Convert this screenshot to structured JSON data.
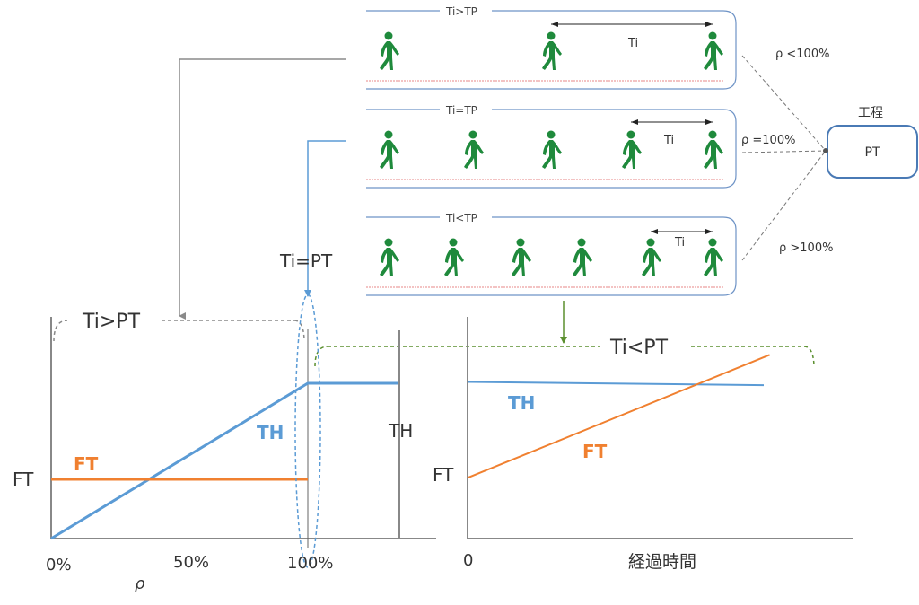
{
  "colors": {
    "walker": "#1f8a3c",
    "frame": "#6e93c6",
    "axis": "#888888",
    "th": "#5b9bd5",
    "ft": "#f08030",
    "gray_arrow": "#8a8a8a",
    "blue_arrow": "#5b9bd5",
    "green_arrow": "#5a8f2e",
    "baseline": "#e06060",
    "text": "#333333"
  },
  "process": {
    "caption": "工程",
    "box_label": "PT",
    "conditions": [
      {
        "label": "ρ <100%"
      },
      {
        "label": "ρ =100%"
      },
      {
        "label": "ρ >100%"
      }
    ]
  },
  "rows": [
    {
      "title": "Ti>TP",
      "walkers": 3,
      "interval_label": "Ti"
    },
    {
      "title": "Ti=TP",
      "walkers": 5,
      "interval_label": "Ti"
    },
    {
      "title": "Ti<TP",
      "walkers": 6,
      "interval_label": "Ti"
    }
  ],
  "annotations": {
    "ti_gt_pt": "Ti>PT",
    "ti_eq_pt": "Ti=PT",
    "ti_lt_pt": "Ti<PT"
  },
  "chart_data": [
    {
      "type": "line",
      "title": "",
      "xlabel": "ρ",
      "ylabel": "",
      "x_ticks": [
        "0%",
        "50%",
        "100%"
      ],
      "y_tick_labels": [
        "FT"
      ],
      "extra_labels": [
        "TH"
      ],
      "series": [
        {
          "name": "TH",
          "points": [
            [
              0,
              0
            ],
            [
              100,
              1
            ],
            [
              135,
              1
            ]
          ]
        },
        {
          "name": "FT",
          "points": [
            [
              0,
              0.38
            ],
            [
              100,
              0.38
            ]
          ]
        }
      ],
      "xlim": [
        0,
        150
      ],
      "ylim": [
        0,
        1.2
      ]
    },
    {
      "type": "line",
      "title": "",
      "xlabel": "経過時間",
      "ylabel": "",
      "x_ticks": [
        "0"
      ],
      "y_tick_labels": [
        "FT"
      ],
      "series": [
        {
          "name": "TH",
          "points": [
            [
              0,
              0.98
            ],
            [
              1,
              0.96
            ]
          ]
        },
        {
          "name": "FT",
          "points": [
            [
              0,
              0.38
            ],
            [
              1.02,
              1.15
            ]
          ]
        }
      ],
      "xlim": [
        0,
        1.3
      ],
      "ylim": [
        0,
        1.2
      ]
    }
  ]
}
